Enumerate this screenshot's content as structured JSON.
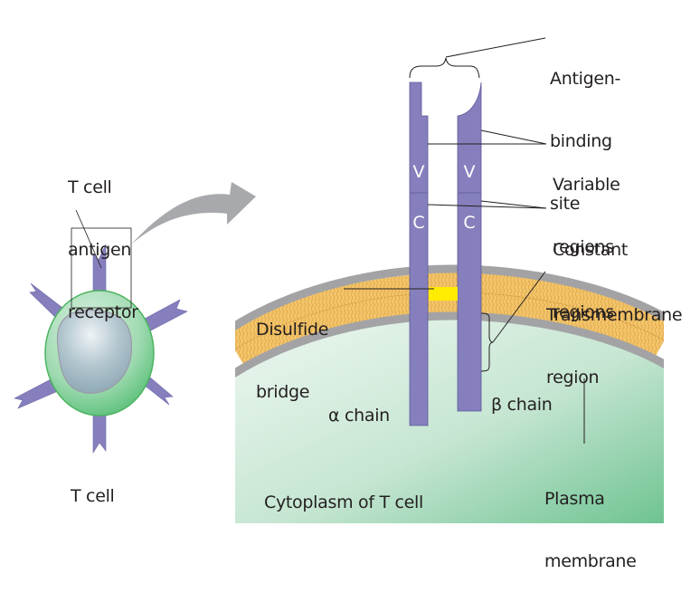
{
  "labels": {
    "tcr_overview": [
      "T cell",
      "antigen",
      "receptor"
    ],
    "t_cell": "T cell",
    "antigen_binding_site": [
      "Antigen-",
      "binding",
      "site"
    ],
    "variable_regions": [
      "Variable",
      "regions"
    ],
    "constant_regions": [
      "Constant",
      "regions"
    ],
    "disulfide_bridge": [
      "Disulfide",
      "bridge"
    ],
    "transmembrane_region": [
      "Transmembrane",
      "region"
    ],
    "alpha_chain": "α chain",
    "beta_chain": "β chain",
    "plasma_membrane": [
      "Plasma",
      "membrane"
    ],
    "cytoplasm": "Cytoplasm of T cell"
  },
  "chain_letters": {
    "alpha_variable": "V",
    "beta_variable": "V",
    "alpha_constant": "C",
    "beta_constant": "C"
  },
  "colors": {
    "receptor": "#8580bd",
    "receptor_edge": "#5d5799",
    "cell_green": "#93d6a8",
    "cell_edge": "#4db361",
    "nucleus": "#a5bdc7",
    "membrane_core": "#f2c063",
    "phospholipid_head": "#a3a3a5",
    "disulfide": "#ffec00",
    "arrow": "#a7a9ac",
    "cytoplasm_light": "#e9f5ee",
    "cytoplasm_dark": "#72c696"
  }
}
